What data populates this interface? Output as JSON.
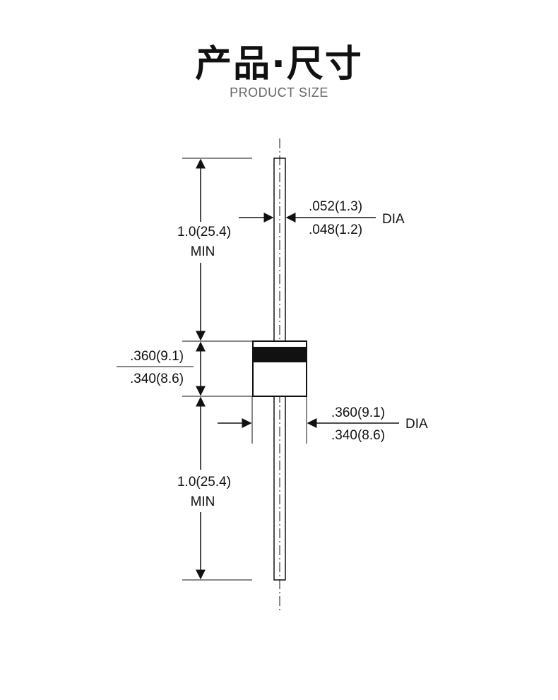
{
  "header": {
    "title": "产品·尺寸",
    "subtitle": "PRODUCT SIZE"
  },
  "diagram": {
    "top_lead_length": {
      "value": "1.0(25.4)",
      "qualifier": "MIN"
    },
    "bottom_lead_length": {
      "value": "1.0(25.4)",
      "qualifier": "MIN"
    },
    "lead_diameter": {
      "max": ".052(1.3)",
      "min": ".048(1.2)",
      "suffix": "DIA"
    },
    "body_length": {
      "max": ".360(9.1)",
      "min": ".340(8.6)"
    },
    "body_diameter": {
      "max": ".360(9.1)",
      "min": ".340(8.6)",
      "suffix": "DIA"
    }
  }
}
